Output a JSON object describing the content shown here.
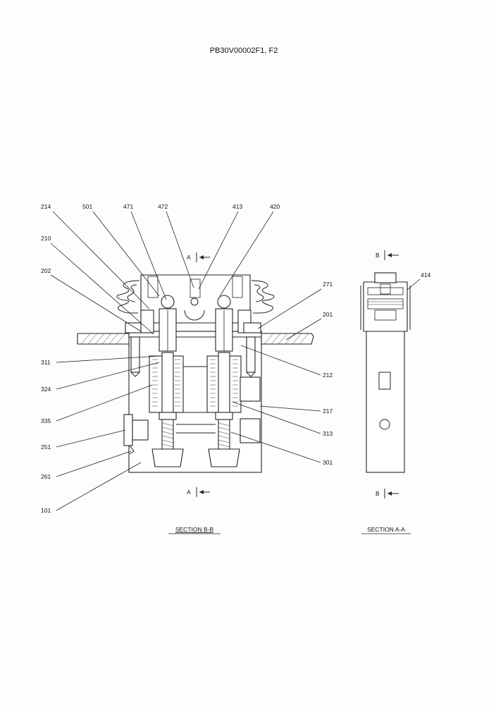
{
  "document": {
    "title": "PB30V00002F1, F2"
  },
  "callouts": {
    "c214": "214",
    "c501": "501",
    "c471": "471",
    "c472": "472",
    "c413": "413",
    "c420": "420",
    "c210": "210",
    "c202": "202",
    "c271": "271",
    "c201": "201",
    "c311": "311",
    "c212": "212",
    "c324": "324",
    "c335": "335",
    "c217": "217",
    "c313": "313",
    "c251": "251",
    "c301": "301",
    "c261": "261",
    "c101": "101",
    "c414": "414"
  },
  "section_markers": {
    "a": "A",
    "b": "B"
  },
  "captions": {
    "section_bb": "SECTION  B-B",
    "section_aa": "SECTION  A-A"
  }
}
